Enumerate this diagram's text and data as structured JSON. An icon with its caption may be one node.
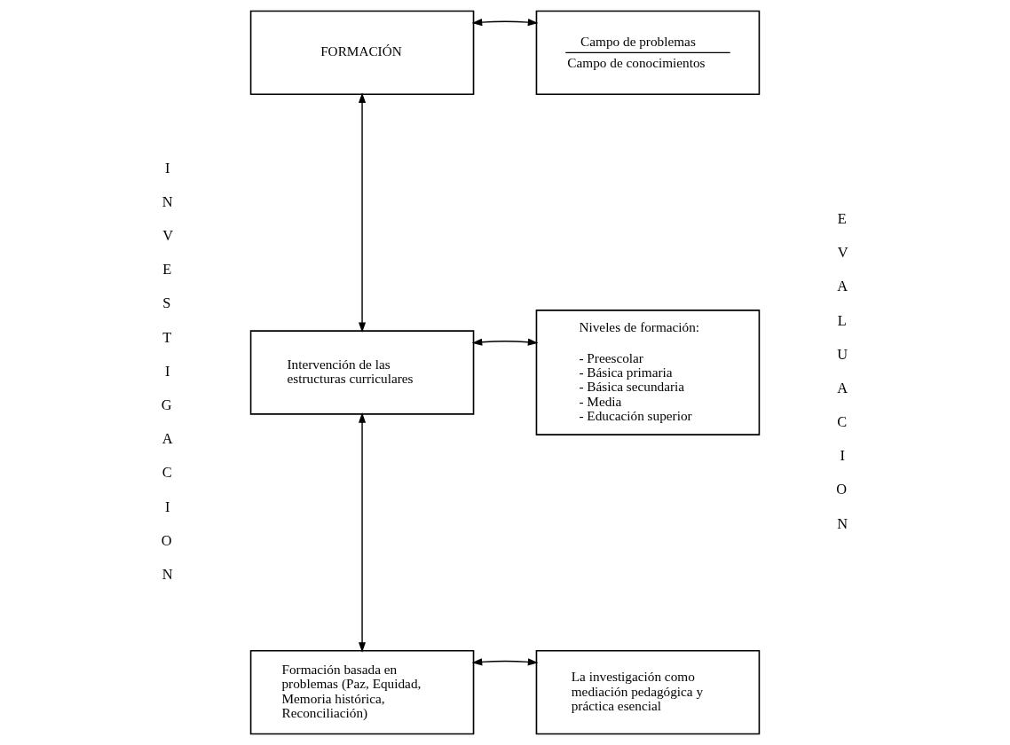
{
  "diagram": {
    "nodes": [
      {
        "text": [
          "FORMACIÓN"
        ]
      },
      {
        "text": [
          "Campo de problemas",
          "Campo de conocimientos"
        ]
      },
      {
        "text": [
          "Intervención de las estructuras curriculares"
        ]
      },
      {
        "text": [
          "Niveles de formación:",
          "- Preescolar",
          "- Básica primaria",
          "- Básica secundaria",
          "- Media",
          "- Educación superior"
        ]
      },
      {
        "text": [
          "Formación basada en problemas (Paz, Equidad, Memoria histórica, Reconciliación)"
        ]
      },
      {
        "text": [
          "La investigación como mediación pedagógica y práctica esencial"
        ]
      }
    ],
    "edges": [
      {
        "from": 0,
        "to": 1,
        "arrow": "both"
      },
      {
        "from": 0,
        "to": 2,
        "arrow": "both"
      },
      {
        "from": 2,
        "to": 3,
        "arrow": "both"
      },
      {
        "from": 2,
        "to": 4,
        "arrow": "both"
      },
      {
        "from": 4,
        "to": 5,
        "arrow": "both"
      }
    ],
    "labels": [
      "INVESTIGACION",
      "EVALUACION"
    ]
  }
}
